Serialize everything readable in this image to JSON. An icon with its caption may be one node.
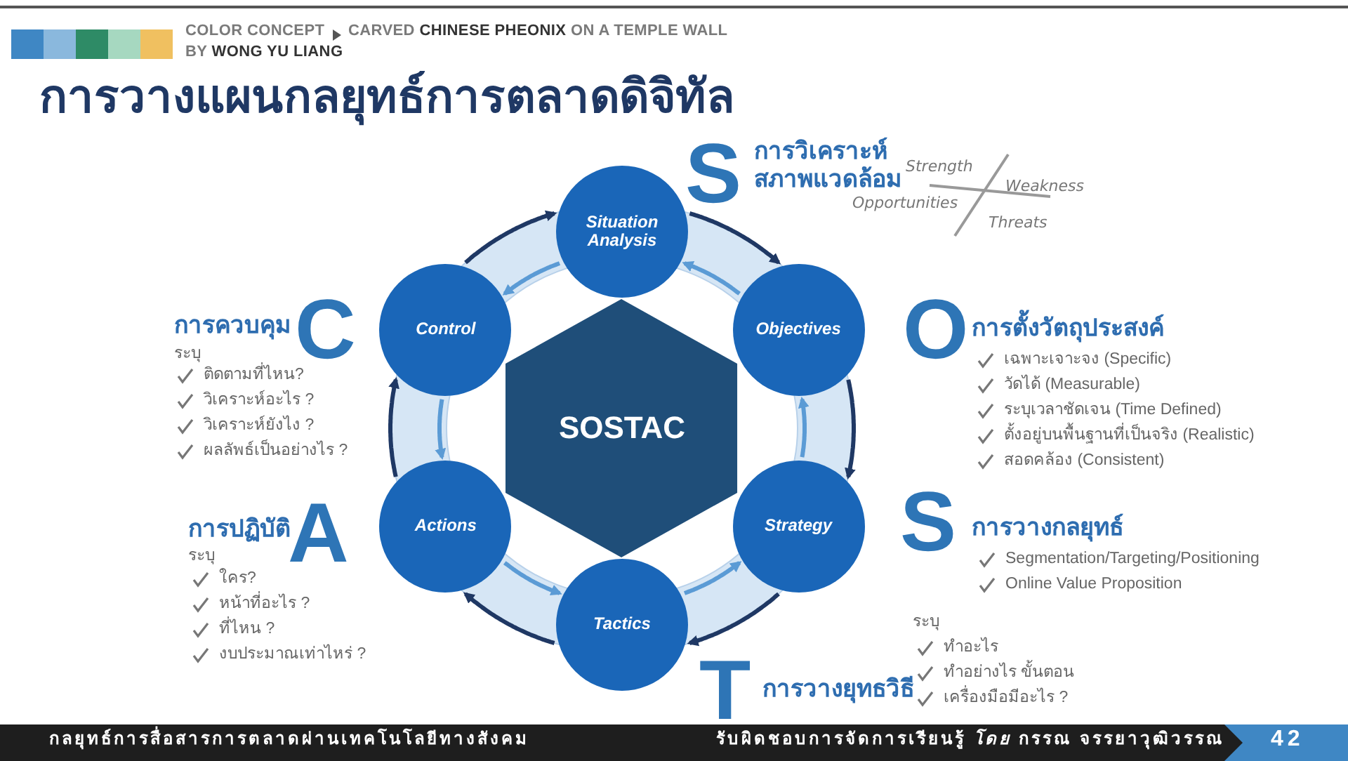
{
  "diagram": {
    "title": "การวางแผนกลยุทธ์การตลาดดิจิทัล",
    "nodes": [
      {
        "text": [
          "Situation Analysis"
        ]
      },
      {
        "text": [
          "Objectives"
        ]
      },
      {
        "text": [
          "Strategy"
        ]
      },
      {
        "text": [
          "Tactics"
        ]
      },
      {
        "text": [
          "Actions"
        ]
      },
      {
        "text": [
          "Control"
        ]
      },
      {
        "text": [
          "SOSTAC"
        ]
      }
    ],
    "edges": [
      {
        "from": 0,
        "to": 1,
        "arrow": "to",
        "color": "#1f3864"
      },
      {
        "from": 1,
        "to": 2,
        "arrow": "to",
        "color": "#1f3864"
      },
      {
        "from": 2,
        "to": 3,
        "arrow": "to",
        "color": "#1f3864"
      },
      {
        "from": 3,
        "to": 4,
        "arrow": "to",
        "color": "#1f3864"
      },
      {
        "from": 4,
        "to": 5,
        "arrow": "to",
        "color": "#1f3864"
      },
      {
        "from": 5,
        "to": 0,
        "arrow": "to",
        "color": "#1f3864"
      },
      {
        "from": 1,
        "to": 0,
        "arrow": "to",
        "color": "#5b9bd5"
      },
      {
        "from": 2,
        "to": 1,
        "arrow": "to",
        "color": "#5b9bd5"
      },
      {
        "from": 3,
        "to": 2,
        "arrow": "to",
        "color": "#5b9bd5"
      },
      {
        "from": 4,
        "to": 3,
        "arrow": "to",
        "color": "#5b9bd5"
      },
      {
        "from": 5,
        "to": 4,
        "arrow": "to",
        "color": "#5b9bd5"
      },
      {
        "from": 0,
        "to": 5,
        "arrow": "to",
        "color": "#5b9bd5"
      }
    ],
    "labels": [
      "COLOR CONCEPT",
      "CARVED **CHINESE PHEONIX** ON A TEMPLE WALL",
      "BY **WONG YU LIANG**",
      "S",
      "การวิเคราะห์สภาพแวดล้อม",
      "Strength",
      "Weakness",
      "Opportunities",
      "Threats",
      "การควบคุม",
      "C",
      "O",
      "การตั้งวัตถุประสงค์",
      "ระบุ",
      "ติดตามที่ไหน?",
      "วิเคราะห์อะไร ?",
      "วิเคราะห์ยังไง ?",
      "ผลลัพธ์เป็นอย่างไร ?",
      "เฉพาะเจาะจง (Specific)",
      "วัดได้ (Measurable)",
      "ระบุเวลาชัดเจน (Time Defined)",
      "ตั้งอยู่บนพื้นฐานที่เป็นจริง (Realistic)",
      "สอดคล้อง (Consistent)",
      "S",
      "การวางกลยุทธ์",
      "Segmentation/Targeting/Positioning",
      "Online Value Proposition",
      "การปฏิบัติ",
      "A",
      "ระบุ",
      "ใคร?",
      "หน้าที่อะไร ?",
      "ที่ไหน ?",
      "งบประมาณเท่าไหร่ ?",
      "ระบุ",
      "ทำอะไร",
      "ทำอย่างไร ขั้นตอน",
      "เครื่องมือมีอะไร ?",
      "T",
      "การวางยุทธวิธี",
      "กลยุทธ์การสื่อสารการตลาดผ่านเทคโนโลยีทางสังคม",
      "รับผิดชอบการจัดการเรียนรู้ *โดย* กรรณ จรรยาวุฒิวรรณ",
      "42"
    ]
  }
}
